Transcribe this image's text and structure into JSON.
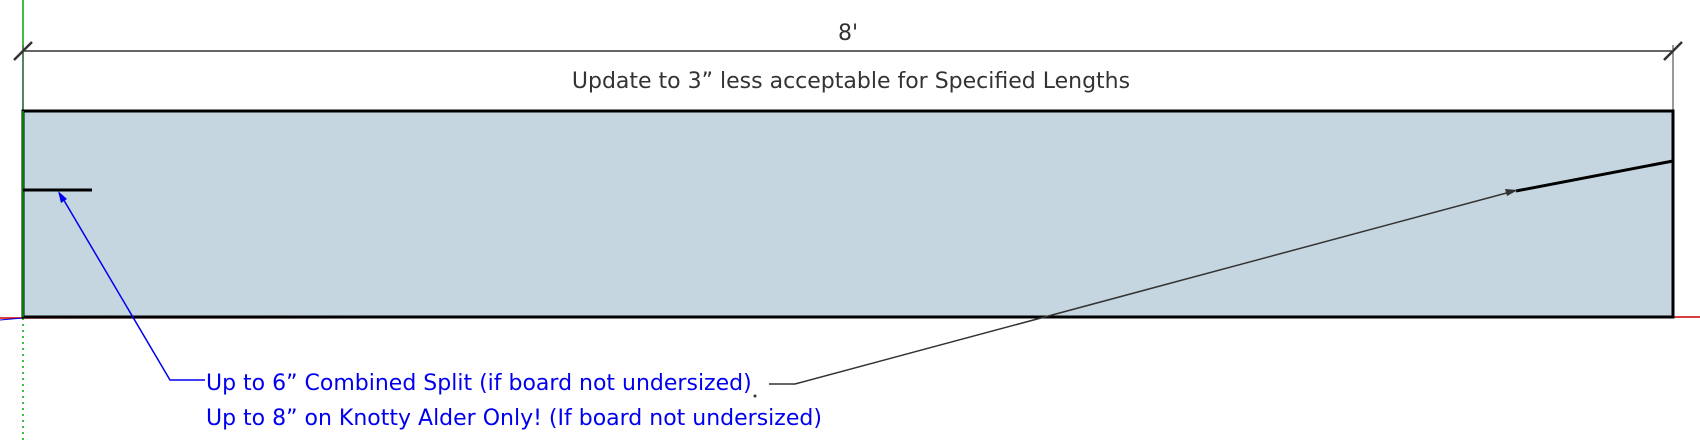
{
  "dimension": {
    "length_label": "8'"
  },
  "note": {
    "text": "Update to 3” less acceptable for Specified Lengths"
  },
  "callouts": {
    "line1": "Up to 6” Combined Split (if board not undersized)",
    "line2": "Up to 8” on Knotty Alder Only! (If board not undersized)"
  },
  "colors": {
    "board_fill": "#c5d6e0",
    "board_outline": "#000000",
    "callout_blue": "#0000ee",
    "leader_dark": "#333333",
    "axis_green": "#00aa00",
    "axis_red": "#cc0000"
  }
}
